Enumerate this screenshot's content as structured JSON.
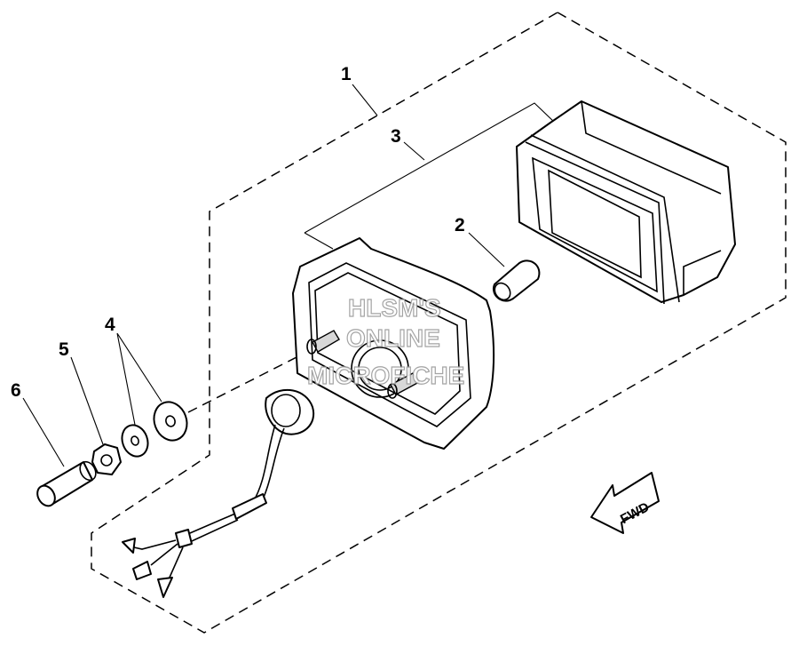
{
  "callouts": {
    "c1": "1",
    "c2": "2",
    "c3": "3",
    "c4": "4",
    "c5": "5",
    "c6": "6"
  },
  "watermark": [
    "HLSM'S",
    "ONLINE",
    "MICROFICHE"
  ],
  "direction_arrow": {
    "label": "FWD",
    "icon": "fwd-arrow-icon"
  }
}
